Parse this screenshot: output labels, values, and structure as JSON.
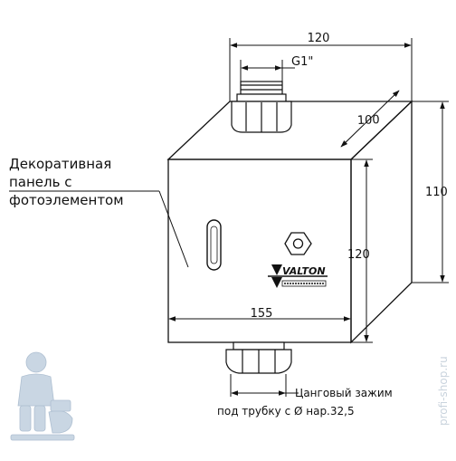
{
  "drawing": {
    "dimensions": {
      "top_width": "120",
      "thread": "G1\"",
      "depth": "100",
      "right_height": "110",
      "front_height": "120",
      "front_width": "155"
    },
    "callouts": {
      "panel_line1": "Декоративная",
      "panel_line2": "панель с",
      "panel_line3": "фотоэлементом",
      "clamp_line1": "Цанговый зажим",
      "clamp_line2": "под трубку с Ø нар.32,5"
    },
    "brand_text": "VALTON",
    "watermark": "profi-shop.ru"
  },
  "colors": {
    "line": "#111111",
    "mascot": "#c9d6e3",
    "watermark": "#c9d3dd"
  }
}
